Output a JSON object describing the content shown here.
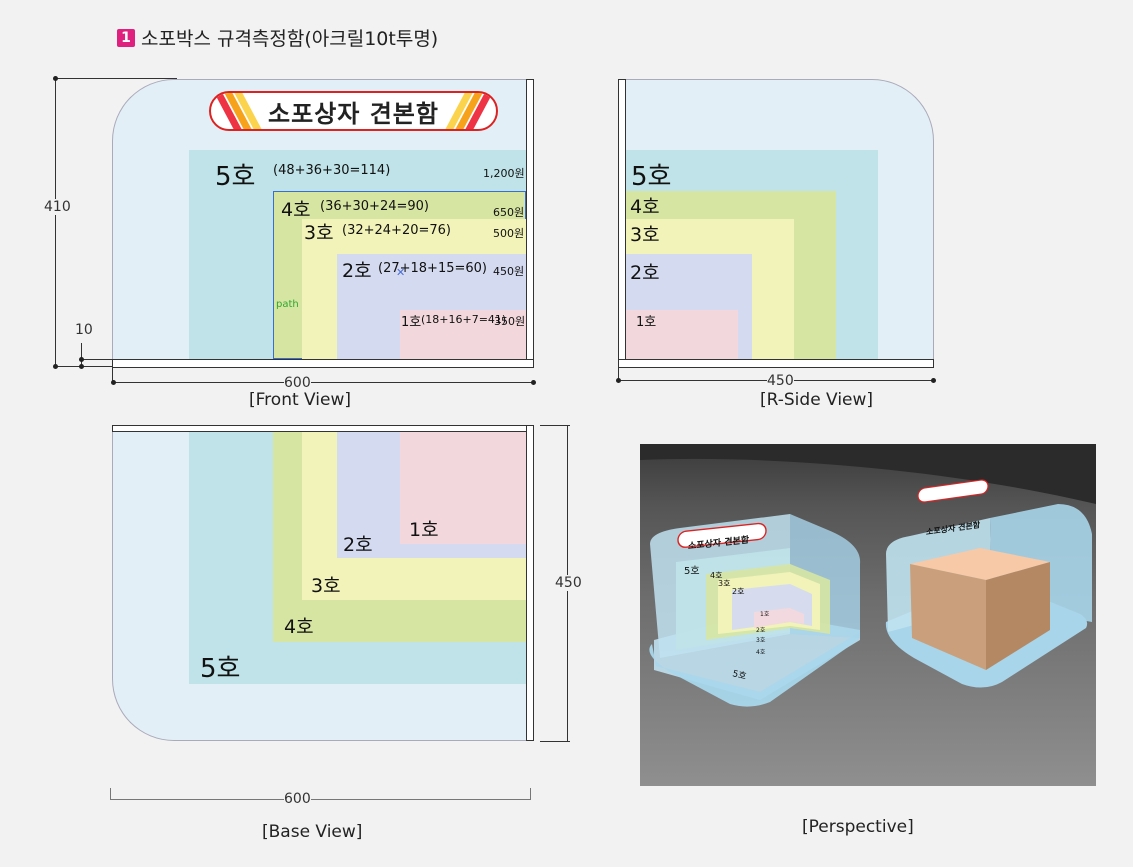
{
  "header": {
    "number": "1",
    "title": "소포박스 규격측정함(아크릴10t투명)"
  },
  "banner": {
    "text": "소포상자 견본함"
  },
  "front": {
    "label": "[Front View]",
    "dim_width": "600",
    "dim_height": "410",
    "dim_base": "10",
    "sizes": [
      {
        "name": "5호",
        "formula": "(48+36+30=114)",
        "price": "1,200원"
      },
      {
        "name": "4호",
        "formula": "(36+30+24=90)",
        "price": "650원"
      },
      {
        "name": "3호",
        "formula": "(32+24+20=76)",
        "price": "500원"
      },
      {
        "name": "2호",
        "formula": "(27+18+15=60)",
        "price": "450원"
      },
      {
        "name": "1호",
        "formula": "(18+16+7=41)",
        "price": "350원"
      }
    ],
    "path_tag": "path"
  },
  "side": {
    "label": "[R-Side View]",
    "dim_width": "450",
    "sizes": [
      "5호",
      "4호",
      "3호",
      "2호",
      "1호"
    ]
  },
  "base": {
    "label": "[Base View]",
    "dim_width": "600",
    "dim_height": "450",
    "sizes": [
      "1호",
      "2호",
      "3호",
      "4호",
      "5호"
    ]
  },
  "perspective": {
    "label": "[Perspective]"
  },
  "colors": {
    "panel": "#e3eff6",
    "size5": "#bfe3e8",
    "size4": "#d7e5a3",
    "size3": "#f2f3b8",
    "size2": "#d4daf0",
    "size1": "#f2d8dd",
    "accent": "#e0207e"
  }
}
